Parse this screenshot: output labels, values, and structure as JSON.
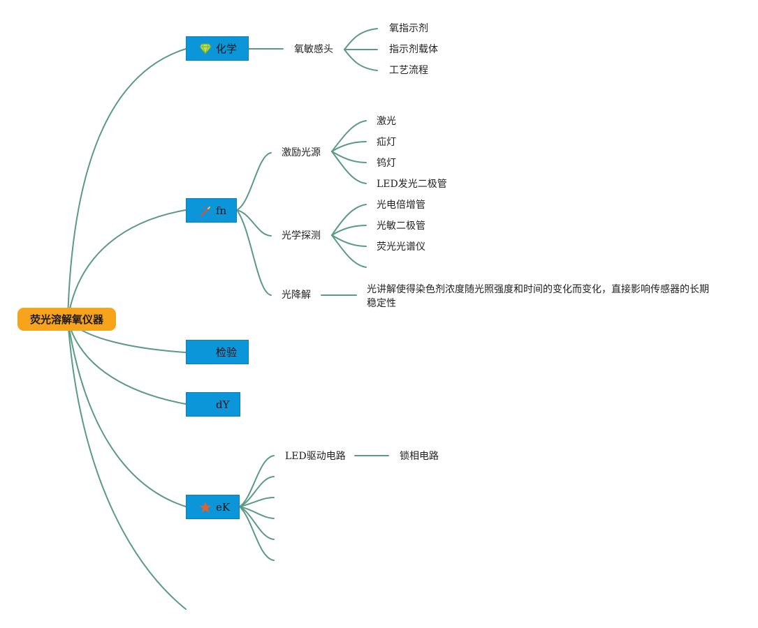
{
  "root": {
    "label": "荧光溶解氧仪器"
  },
  "topics": {
    "chem": {
      "label": "化学",
      "icon": "gem-icon"
    },
    "fn": {
      "label": "fn",
      "icon": "magic-wand-icon"
    },
    "check": {
      "label": "检验"
    },
    "dy": {
      "label": "dY"
    },
    "ek": {
      "label": "eK",
      "icon": "star-icon"
    }
  },
  "chem": {
    "child": "氧敏感头",
    "leaves": [
      "氧指示剂",
      "指示剂载体",
      "工艺流程"
    ]
  },
  "fn": {
    "light_source": {
      "label": "激励光源",
      "leaves": [
        "激光",
        "疝灯",
        "钨灯",
        "LED发光二极管"
      ]
    },
    "detection": {
      "label": "光学探测",
      "leaves": [
        "光电倍增管",
        "光敏二极管",
        "荧光光谱仪"
      ]
    },
    "photolysis": {
      "label": "光降解",
      "note": "光讲解使得染色剂浓度随光照强度和时间的变化而变化，直接影响传感器的长期稳定性"
    }
  },
  "ek": {
    "child": "LED驱动电路",
    "leaf": "锁相电路"
  },
  "colors": {
    "root": "#f8a31c",
    "topic": "#0c96da",
    "edge": "#5b9a84",
    "gem": "#b6e356",
    "star": "#e0622e",
    "wand": "#d94f3a"
  }
}
